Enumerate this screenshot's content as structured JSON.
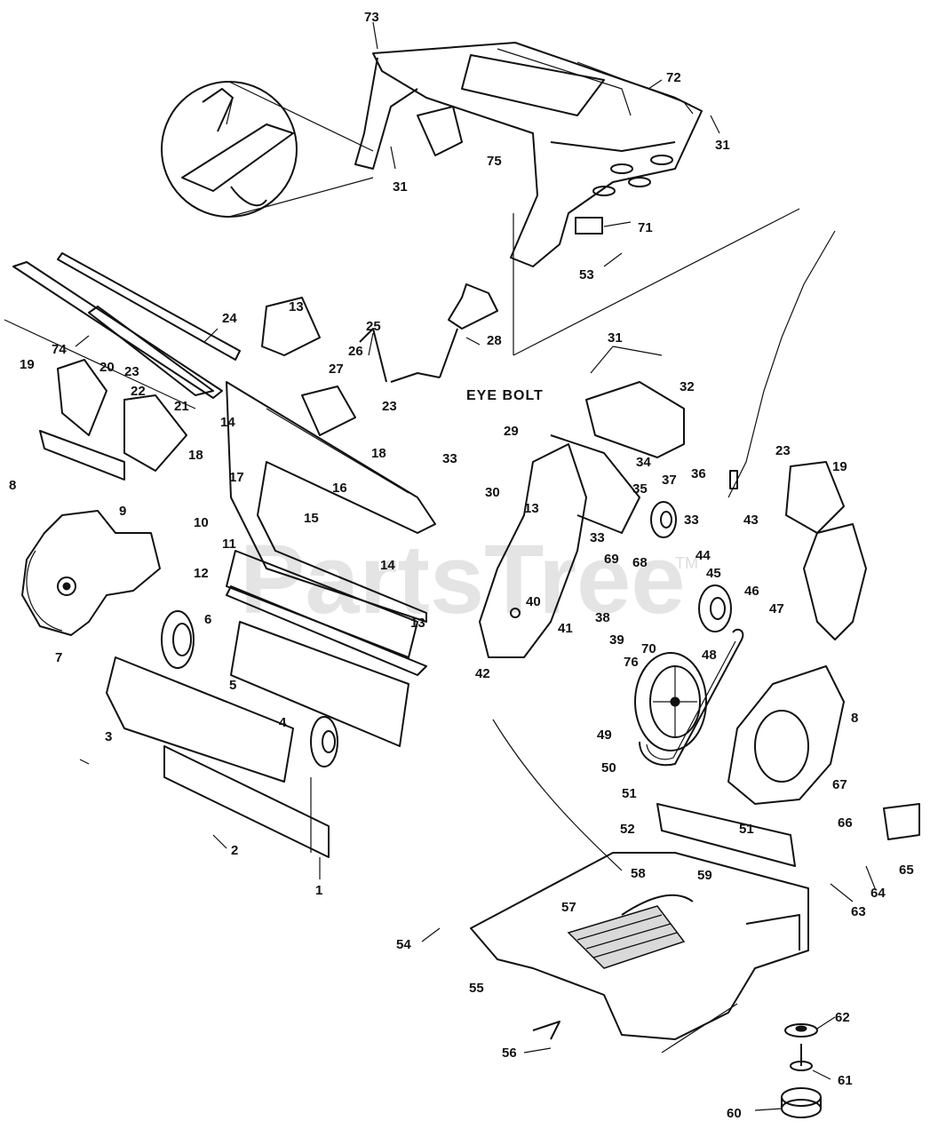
{
  "watermark": {
    "text": "PartsTree",
    "mark": "TM"
  },
  "callouts": {
    "c1": "1",
    "c2": "2",
    "c3": "3",
    "c4": "4",
    "c5": "5",
    "c6": "6",
    "c7": "7",
    "c8a": "8",
    "c8b": "8",
    "c9": "9",
    "c10": "10",
    "c11": "11",
    "c12": "12",
    "c13a": "13",
    "c13b": "13",
    "c13c": "13",
    "c14a": "14",
    "c14b": "14",
    "c15": "15",
    "c16": "16",
    "c17": "17",
    "c18a": "18",
    "c18b": "18",
    "c19a": "19",
    "c19b": "19",
    "c20": "20",
    "c21": "21",
    "c22": "22",
    "c23a": "23",
    "c23b": "23",
    "c23c": "23",
    "c24": "24",
    "c25": "25",
    "c26": "26",
    "c27": "27",
    "c28": "28",
    "c29": "29",
    "c30": "30",
    "c31a": "31",
    "c31b": "31",
    "c31c": "31",
    "c32": "32",
    "c33a": "33",
    "c33b": "33",
    "c33c": "33",
    "c34": "34",
    "c35": "35",
    "c36": "36",
    "c37": "37",
    "c38": "38",
    "c39": "39",
    "c40": "40",
    "c41": "41",
    "c42": "42",
    "c43": "43",
    "c44": "44",
    "c45": "45",
    "c46": "46",
    "c47": "47",
    "c48": "48",
    "c49": "49",
    "c50": "50",
    "c51a": "51",
    "c51b": "51",
    "c52": "52",
    "c53": "53",
    "c54": "54",
    "c55": "55",
    "c56": "56",
    "c57": "57",
    "c58": "58",
    "c59": "59",
    "c60": "60",
    "c61": "61",
    "c62": "62",
    "c63": "63",
    "c64": "64",
    "c65": "65",
    "c66": "66",
    "c67": "67",
    "c68": "68",
    "c69": "69",
    "c70": "70",
    "c71": "71",
    "c72": "72",
    "c73": "73",
    "c74": "74",
    "c75": "75",
    "c76": "76",
    "eyebolt": "EYE BOLT"
  }
}
